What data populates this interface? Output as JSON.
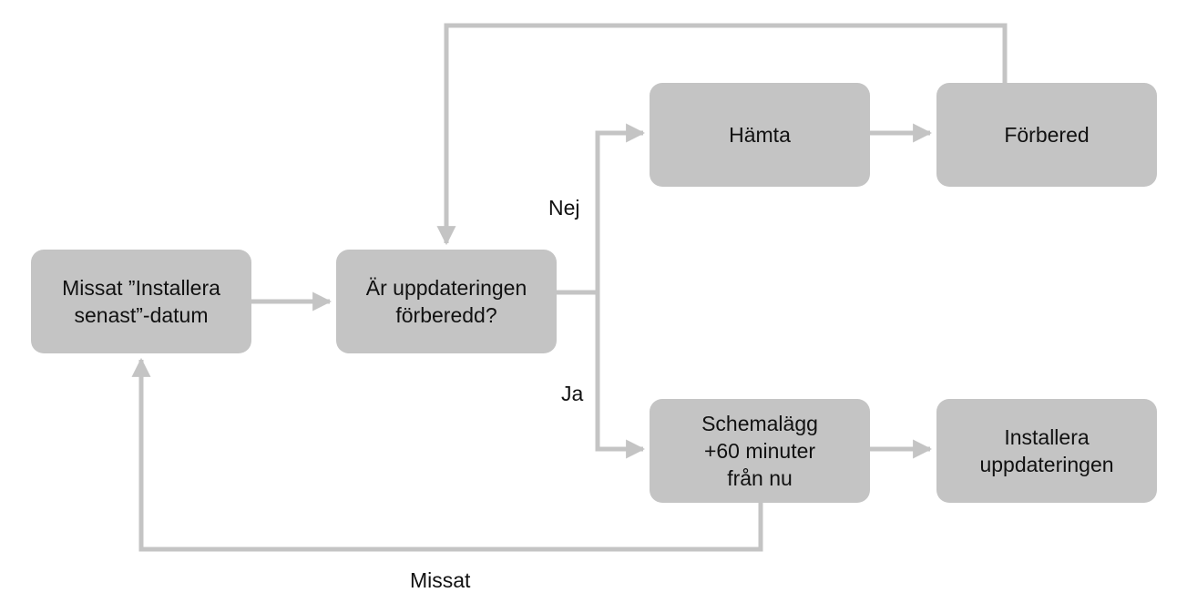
{
  "diagram": {
    "nodes": {
      "missed_deadline": "Missat ”Installera\nsenast”-datum",
      "is_prepared": "Är uppdateringen\nförberedd?",
      "download": "Hämta",
      "prepare": "Förbered",
      "schedule": "Schemalägg\n+60 minuter\nfrån nu",
      "install": "Installera\nuppdateringen"
    },
    "edge_labels": {
      "no": "Nej",
      "yes": "Ja",
      "missed": "Missat"
    },
    "colors": {
      "node_fill": "#c4c4c4",
      "connector": "#c4c4c4",
      "text": "#111111"
    }
  }
}
